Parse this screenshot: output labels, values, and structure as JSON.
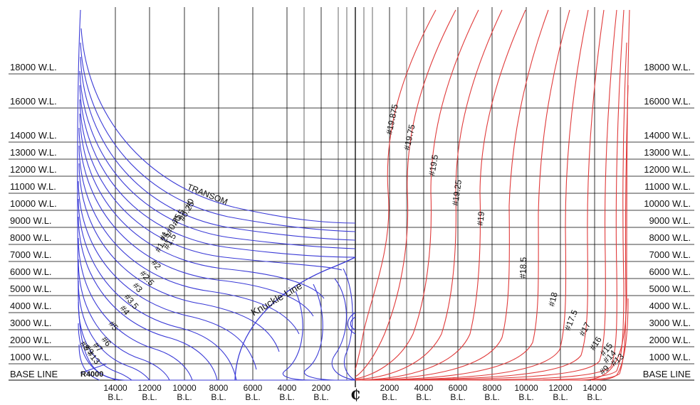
{
  "waterlines": [
    {
      "label": "BASE LINE",
      "value": 0
    },
    {
      "label": "1000 W.L.",
      "value": 1000
    },
    {
      "label": "2000 W.L.",
      "value": 2000
    },
    {
      "label": "3000 W.L.",
      "value": 3000
    },
    {
      "label": "4000 W.L.",
      "value": 4000
    },
    {
      "label": "5000 W.L.",
      "value": 5000
    },
    {
      "label": "6000 W.L.",
      "value": 6000
    },
    {
      "label": "7000 W.L.",
      "value": 7000
    },
    {
      "label": "8000 W.L.",
      "value": 8000
    },
    {
      "label": "9000 W.L.",
      "value": 9000
    },
    {
      "label": "10000 W.L.",
      "value": 10000
    },
    {
      "label": "11000 W.L.",
      "value": 11000
    },
    {
      "label": "12000 W.L.",
      "value": 12000
    },
    {
      "label": "13000 W.L.",
      "value": 13000
    },
    {
      "label": "14000 W.L.",
      "value": 14000
    },
    {
      "label": "16000 W.L.",
      "value": 16000
    },
    {
      "label": "18000 W.L.",
      "value": 18000
    }
  ],
  "buttock_lines_left": [
    {
      "value": "14000",
      "unit": "B.L."
    },
    {
      "value": "12000",
      "unit": "B.L."
    },
    {
      "value": "10000",
      "unit": "B.L."
    },
    {
      "value": "8000",
      "unit": "B.L."
    },
    {
      "value": "6000",
      "unit": "B.L."
    },
    {
      "value": "4000",
      "unit": "B.L."
    },
    {
      "value": "2000",
      "unit": "B.L."
    }
  ],
  "buttock_lines_right": [
    {
      "value": "2000",
      "unit": "B.L."
    },
    {
      "value": "4000",
      "unit": "B.L."
    },
    {
      "value": "6000",
      "unit": "B.L."
    },
    {
      "value": "8000",
      "unit": "B.L."
    },
    {
      "value": "10000",
      "unit": "B.L."
    },
    {
      "value": "12000",
      "unit": "B.L."
    },
    {
      "value": "14000",
      "unit": "B.L."
    }
  ],
  "centerline_symbol": "₵",
  "aft_station_labels": [
    "TRANSOM",
    "#0",
    "#0.25",
    "#0.5",
    "#0.75",
    "#1",
    "#1.25",
    "#1.5",
    "#2",
    "#2.5",
    "#3",
    "#3.5",
    "#4",
    "#5",
    "#6",
    "#7",
    "#8",
    "#9",
    "#13"
  ],
  "knuckle_line_label": "Knuckle Line",
  "r_label": "R4000",
  "fwd_station_labels": [
    "#19.875",
    "#19.75",
    "#19.5",
    "#19.25",
    "#19",
    "#18.5",
    "#18",
    "#17.5",
    "#17",
    "#16",
    "#15",
    "#14",
    "#13",
    "#9"
  ],
  "colors": {
    "aft_lines": "#3a3ad6",
    "fwd_lines": "#e03b3b",
    "grid": "#000000",
    "background": "#ffffff"
  }
}
